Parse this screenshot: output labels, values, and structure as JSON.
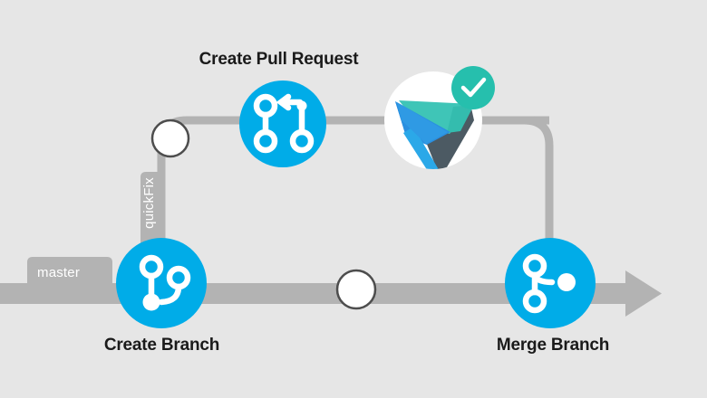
{
  "diagram": {
    "type": "git-workflow",
    "background_color": "#e6e6e6",
    "colors": {
      "background": "#e6e6e6",
      "node_blue": "#00ace8",
      "line_gray": "#b3b3b3",
      "tag_gray": "#b3b3b3",
      "check_badge_teal": "#26bfad",
      "logo_teal": "#3fc5b7",
      "logo_blue": "#2a8fe0",
      "logo_dark": "#4c5a63",
      "text_dark": "#1a1a1a",
      "circle_stroke": "#4d4d4d",
      "white": "#ffffff"
    },
    "branches": [
      {
        "name": "master",
        "label": "master"
      },
      {
        "name": "quickFix",
        "label": "quickFix"
      }
    ],
    "nodes": [
      {
        "id": "create-branch",
        "label": "Create Branch",
        "icon": "git-branch-icon",
        "label_position": "below"
      },
      {
        "id": "create-pull-request",
        "label": "Create Pull Request",
        "icon": "git-pull-request-icon",
        "label_position": "above"
      },
      {
        "id": "build-status",
        "label": "",
        "icon": "appveyor-logo-icon",
        "badge": "check-icon",
        "badge_status": "success"
      },
      {
        "id": "merge-branch",
        "label": "Merge Branch",
        "icon": "git-merge-icon",
        "label_position": "below"
      }
    ],
    "commit_markers": [
      {
        "id": "branch-point-commit",
        "on": "quickFix"
      },
      {
        "id": "master-commit",
        "on": "master"
      }
    ]
  }
}
